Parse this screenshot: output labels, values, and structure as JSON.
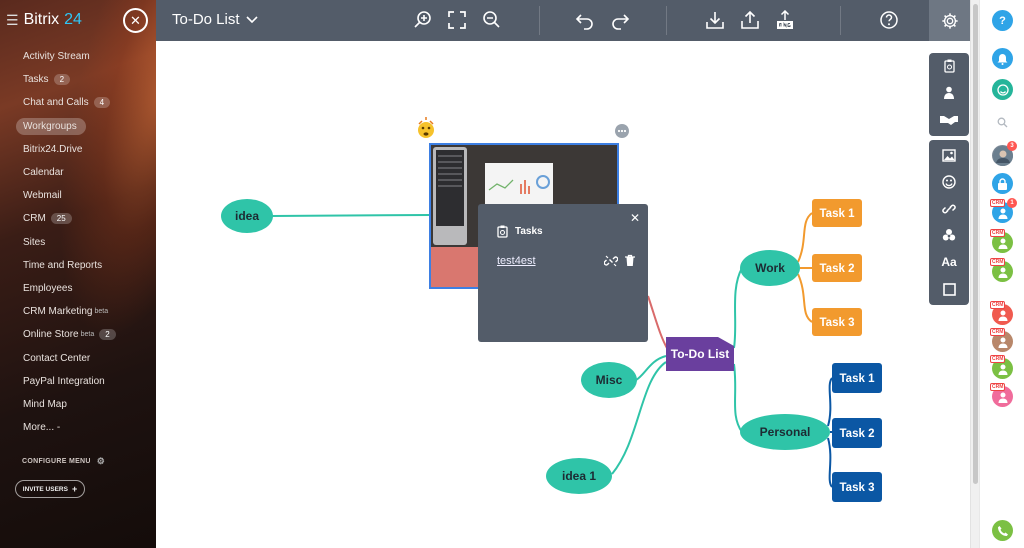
{
  "sidebar": {
    "brand": "Bitrix",
    "brand_num": "24",
    "items": [
      {
        "label": "Activity Stream",
        "count": ""
      },
      {
        "label": "Tasks",
        "count": "2"
      },
      {
        "label": "Chat and Calls",
        "count": "4"
      },
      {
        "label": "Workgroups",
        "count": "",
        "active": true
      },
      {
        "label": "Bitrix24.Drive",
        "count": ""
      },
      {
        "label": "Calendar",
        "count": ""
      },
      {
        "label": "Webmail",
        "count": ""
      },
      {
        "label": "CRM",
        "count": "25"
      },
      {
        "label": "Sites",
        "count": ""
      },
      {
        "label": "Time and Reports",
        "count": ""
      },
      {
        "label": "Employees",
        "count": ""
      },
      {
        "label": "CRM Marketing",
        "beta": "beta",
        "count": ""
      },
      {
        "label": "Online Store",
        "beta": "beta",
        "count": "2"
      },
      {
        "label": "Contact Center",
        "count": ""
      },
      {
        "label": "PayPal Integration",
        "count": ""
      },
      {
        "label": "Mind Map",
        "count": ""
      },
      {
        "label": "More... -",
        "count": ""
      }
    ],
    "configure_menu": "CONFIGURE MENU",
    "invite_users": "INVITE USERS"
  },
  "toolbar": {
    "title": "To-Do List",
    "icons": [
      "zoom-in-icon",
      "fit-screen-icon",
      "zoom-out-icon",
      "undo-icon",
      "redo-icon",
      "download-icon",
      "share-icon",
      "export-png-icon",
      "help-icon",
      "settings-icon"
    ]
  },
  "mindmap": {
    "root": "To-Do List",
    "nodes": {
      "idea": "idea",
      "work": "Work",
      "personal": "Personal",
      "misc": "Misc",
      "idea1": "idea 1",
      "work_tasks": [
        "Task 1",
        "Task 2",
        "Task 3"
      ],
      "personal_tasks": [
        "Task 1",
        "Task 2",
        "Task 3"
      ]
    },
    "colors": {
      "teal": "#2fc4a8",
      "orange": "#f29a2e",
      "blue": "#0b57a4",
      "root": "#6a3f9e",
      "image_frame": "#3d7fe3",
      "image_bg": "#d9776f",
      "link_red": "#d96b6b"
    }
  },
  "popup": {
    "title": "Tasks",
    "link": "test4est"
  },
  "toolpanel_icons": [
    "task-icon",
    "user-icon",
    "handshake-icon",
    "image-icon",
    "emoji-icon",
    "link-icon",
    "apps-icon",
    "text-format-icon",
    "square-icon"
  ],
  "toolpanel_text_label": "Aa",
  "rail": {
    "help": "?",
    "badges": [
      "3",
      "1"
    ],
    "crm_tag": "CRM"
  }
}
